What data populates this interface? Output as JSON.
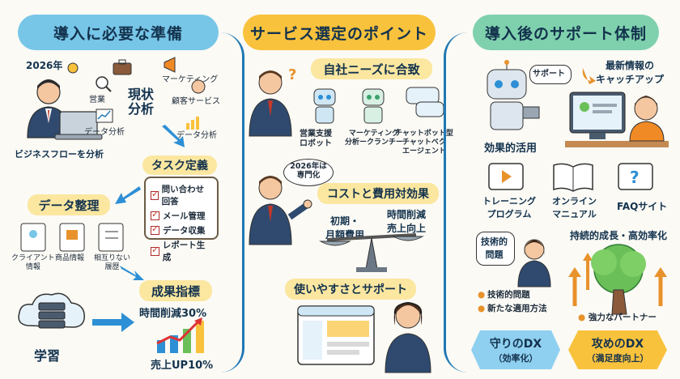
{
  "col1": {
    "header": "導入に必要な準備",
    "year": "2026年",
    "business_flow": "ビジネスフローを分析",
    "analysis": "現状\n分析",
    "tags": [
      "営業",
      "マーケティング",
      "顧客サービス",
      "データ分析",
      "データ分析"
    ],
    "task_title": "タスク定義",
    "tasks": [
      "問い合わせ回答",
      "メール管理",
      "データ収集",
      "レポート生成"
    ],
    "data_title": "データ整理",
    "data_items": [
      "クライアント\n情報",
      "商品情報",
      "相互りない\n履歴"
    ],
    "learn": "学習",
    "kpi_title": "成果指標",
    "kpi_time": "時間削減30%",
    "kpi_sales": "売上UP10%"
  },
  "col2": {
    "header": "サービス選定のポイント",
    "needs_title": "自社ニーズに合致",
    "robots": [
      "営業支援\nロボット",
      "マーケティング\n分析ークランチー",
      "チャットボット型\nチャットベク\nエージェント"
    ],
    "bubble": "2026年は\n専門化",
    "cost_title": "コストと費用対効果",
    "cost_left": "初期・\n月額費用",
    "cost_right": "時間削減\n売上向上",
    "usability_title": "使いやすさとサポート"
  },
  "col3": {
    "header": "導入後のサポート体制",
    "robot_bubble": "サポート",
    "latest_info": "最新情報の\nキャッチアップ",
    "effective_use": "効果的活用",
    "resources": [
      "トレーニング\nプログラム",
      "オンライン\nマニュアル",
      "FAQサイト"
    ],
    "tech_bubble": "技術的\n問題",
    "bullets": [
      "技術的問題",
      "新たな適用方法"
    ],
    "growth": "持続的成長・高効率化",
    "partner": "強力なパートナー",
    "defense_title": "守りのDX",
    "defense_sub": "（効率化）",
    "offense_title": "攻めのDX",
    "offense_sub": "（満足度向上）"
  },
  "colors": {
    "blue": "#77c6e8",
    "yellow": "#f9c23c",
    "green": "#7fd1ad",
    "divider": "#1f78b4",
    "accent_orange": "#e8922c"
  }
}
